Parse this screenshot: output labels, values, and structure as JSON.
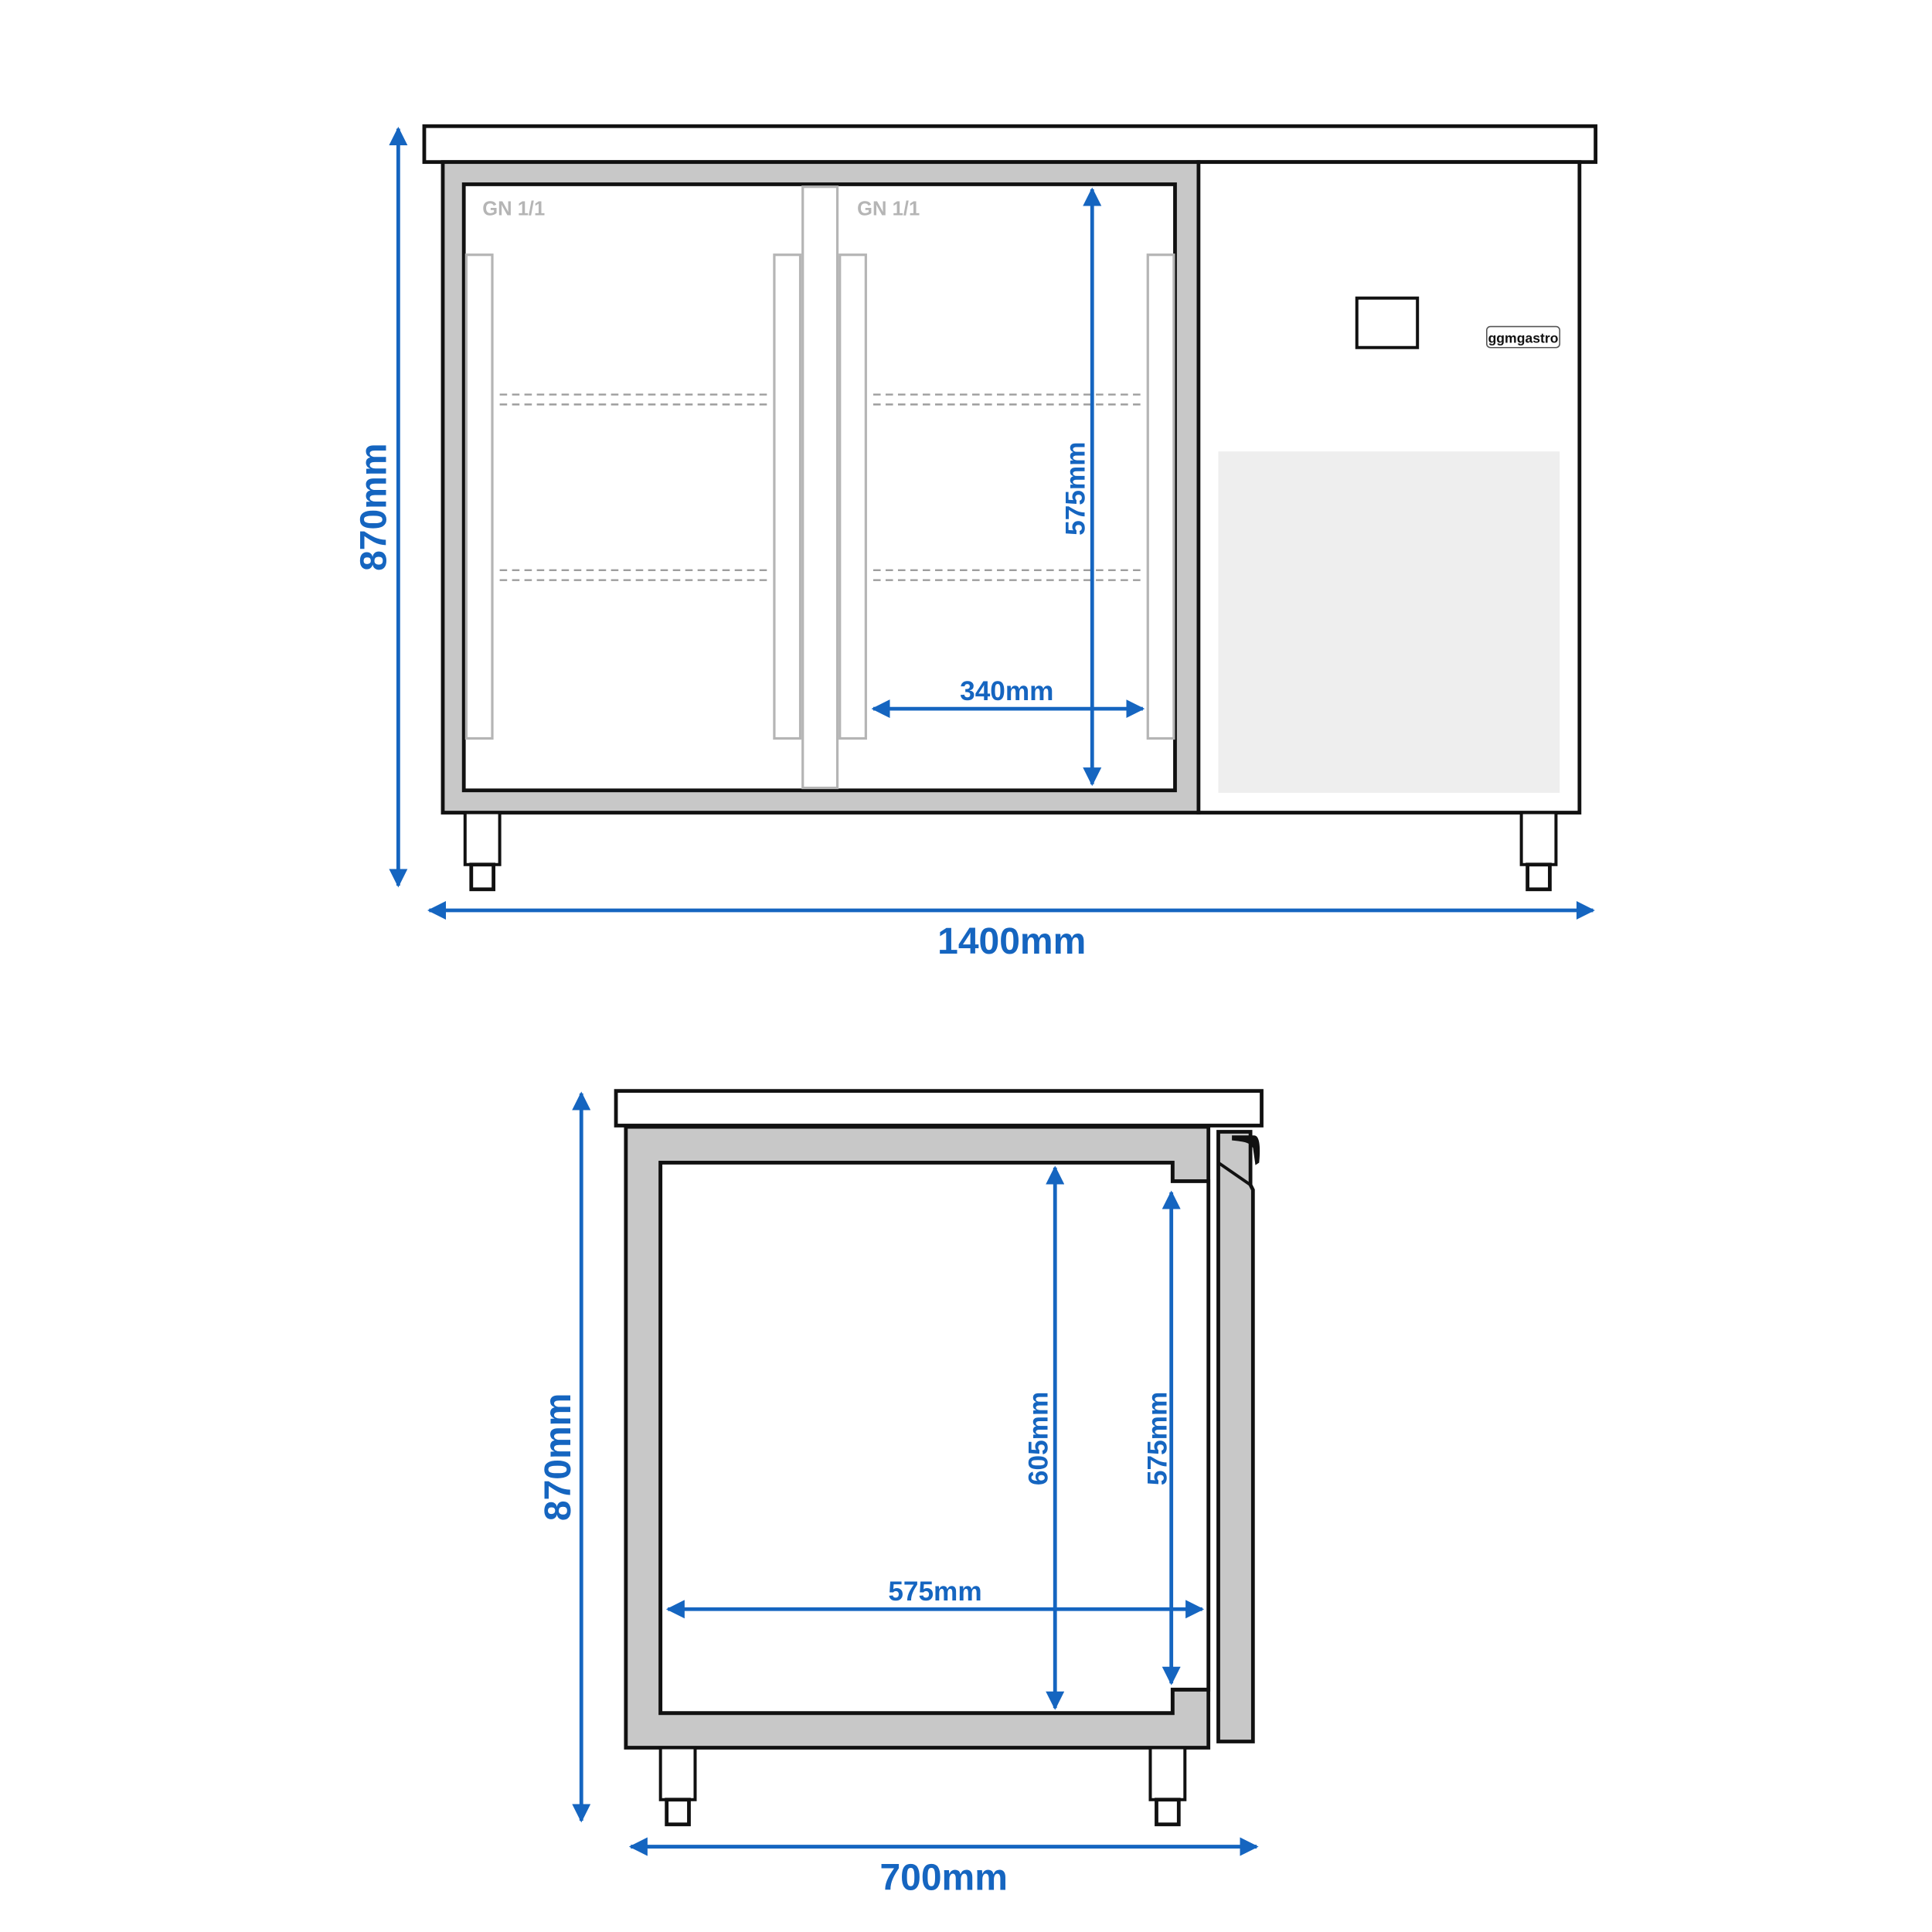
{
  "colors": {
    "dimension": "#1565c0",
    "outline": "#111111",
    "frame_fill": "#c8c8c8",
    "panel_fill": "#eeeeee",
    "shelf_dash": "#9e9e9e",
    "label_gray": "#b5b5b5"
  },
  "front_view": {
    "compartments": [
      {
        "label": "GN 1/1"
      },
      {
        "label": "GN 1/1"
      }
    ],
    "brand_badge": "ggmgastro",
    "dimensions": {
      "height": "870mm",
      "width": "1400mm",
      "interior_height": "575mm",
      "interior_width": "340mm"
    }
  },
  "side_view": {
    "dimensions": {
      "height": "870mm",
      "depth": "700mm",
      "interior_height": "605mm",
      "door_opening_height": "575mm",
      "interior_depth": "575mm"
    }
  }
}
